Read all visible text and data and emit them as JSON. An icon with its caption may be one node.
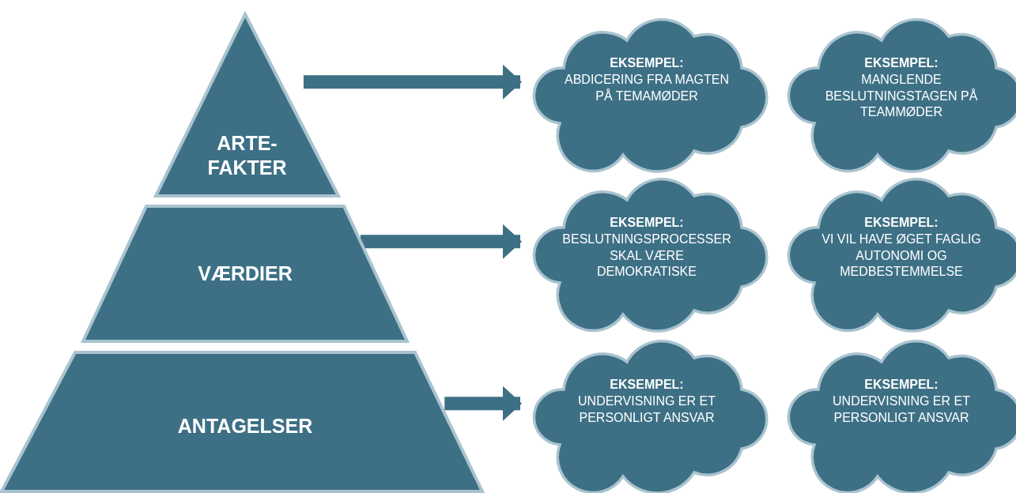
{
  "diagram": {
    "nodes": [
      {
        "text": [
          "ARTE- FAKTER"
        ]
      },
      {
        "text": [
          "VÆRDIER"
        ]
      },
      {
        "text": [
          "ANTAGELSER"
        ]
      },
      {
        "text": [
          "EKSEMPEL:",
          "ABDICERING FRA MAGTEN PÅ TEMAMØDER"
        ]
      },
      {
        "text": [
          "EKSEMPEL:",
          "MANGLENDE BESLUTNINGSTAGEN PÅ TEAMMØDER"
        ]
      },
      {
        "text": [
          "EKSEMPEL:",
          "BESLUTNINGSPROCESSER SKAL VÆRE DEMOKRATISKE"
        ]
      },
      {
        "text": [
          "EKSEMPEL:",
          "VI VIL HAVE ØGET FAGLIG AUTONOMI OG MEDBESTEMMELSE"
        ]
      },
      {
        "text": [
          "EKSEMPEL:",
          "UNDERVISNING ER ET PERSONLIGT ANSVAR"
        ]
      },
      {
        "text": [
          "EKSEMPEL:",
          "UNDERVISNING ER ET PERSONLIGT ANSVAR"
        ]
      }
    ],
    "edges": [
      {
        "from": 0,
        "to": 3,
        "arrow": "to"
      },
      {
        "from": 1,
        "to": 5,
        "arrow": "to"
      },
      {
        "from": 2,
        "to": 7,
        "arrow": "to"
      }
    ]
  }
}
